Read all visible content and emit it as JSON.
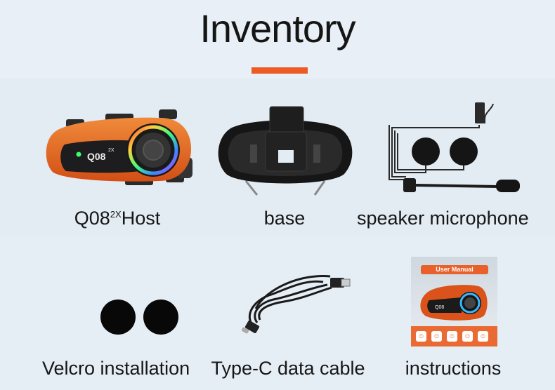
{
  "page": {
    "title": "Inventory",
    "accent_color": "#ee5a24"
  },
  "items": [
    {
      "label_main": "Q08",
      "label_sup": "2X",
      "label_tail": "Host",
      "device_badge": "Q08",
      "device_badge_sup": "2X"
    },
    {
      "label": "base"
    },
    {
      "label": "speaker microphone"
    },
    {
      "label": "Velcro installation"
    },
    {
      "label": "Type-C data cable"
    },
    {
      "label": "instructions",
      "manual_heading": "User Manual",
      "manual_badge": "Q08"
    }
  ]
}
